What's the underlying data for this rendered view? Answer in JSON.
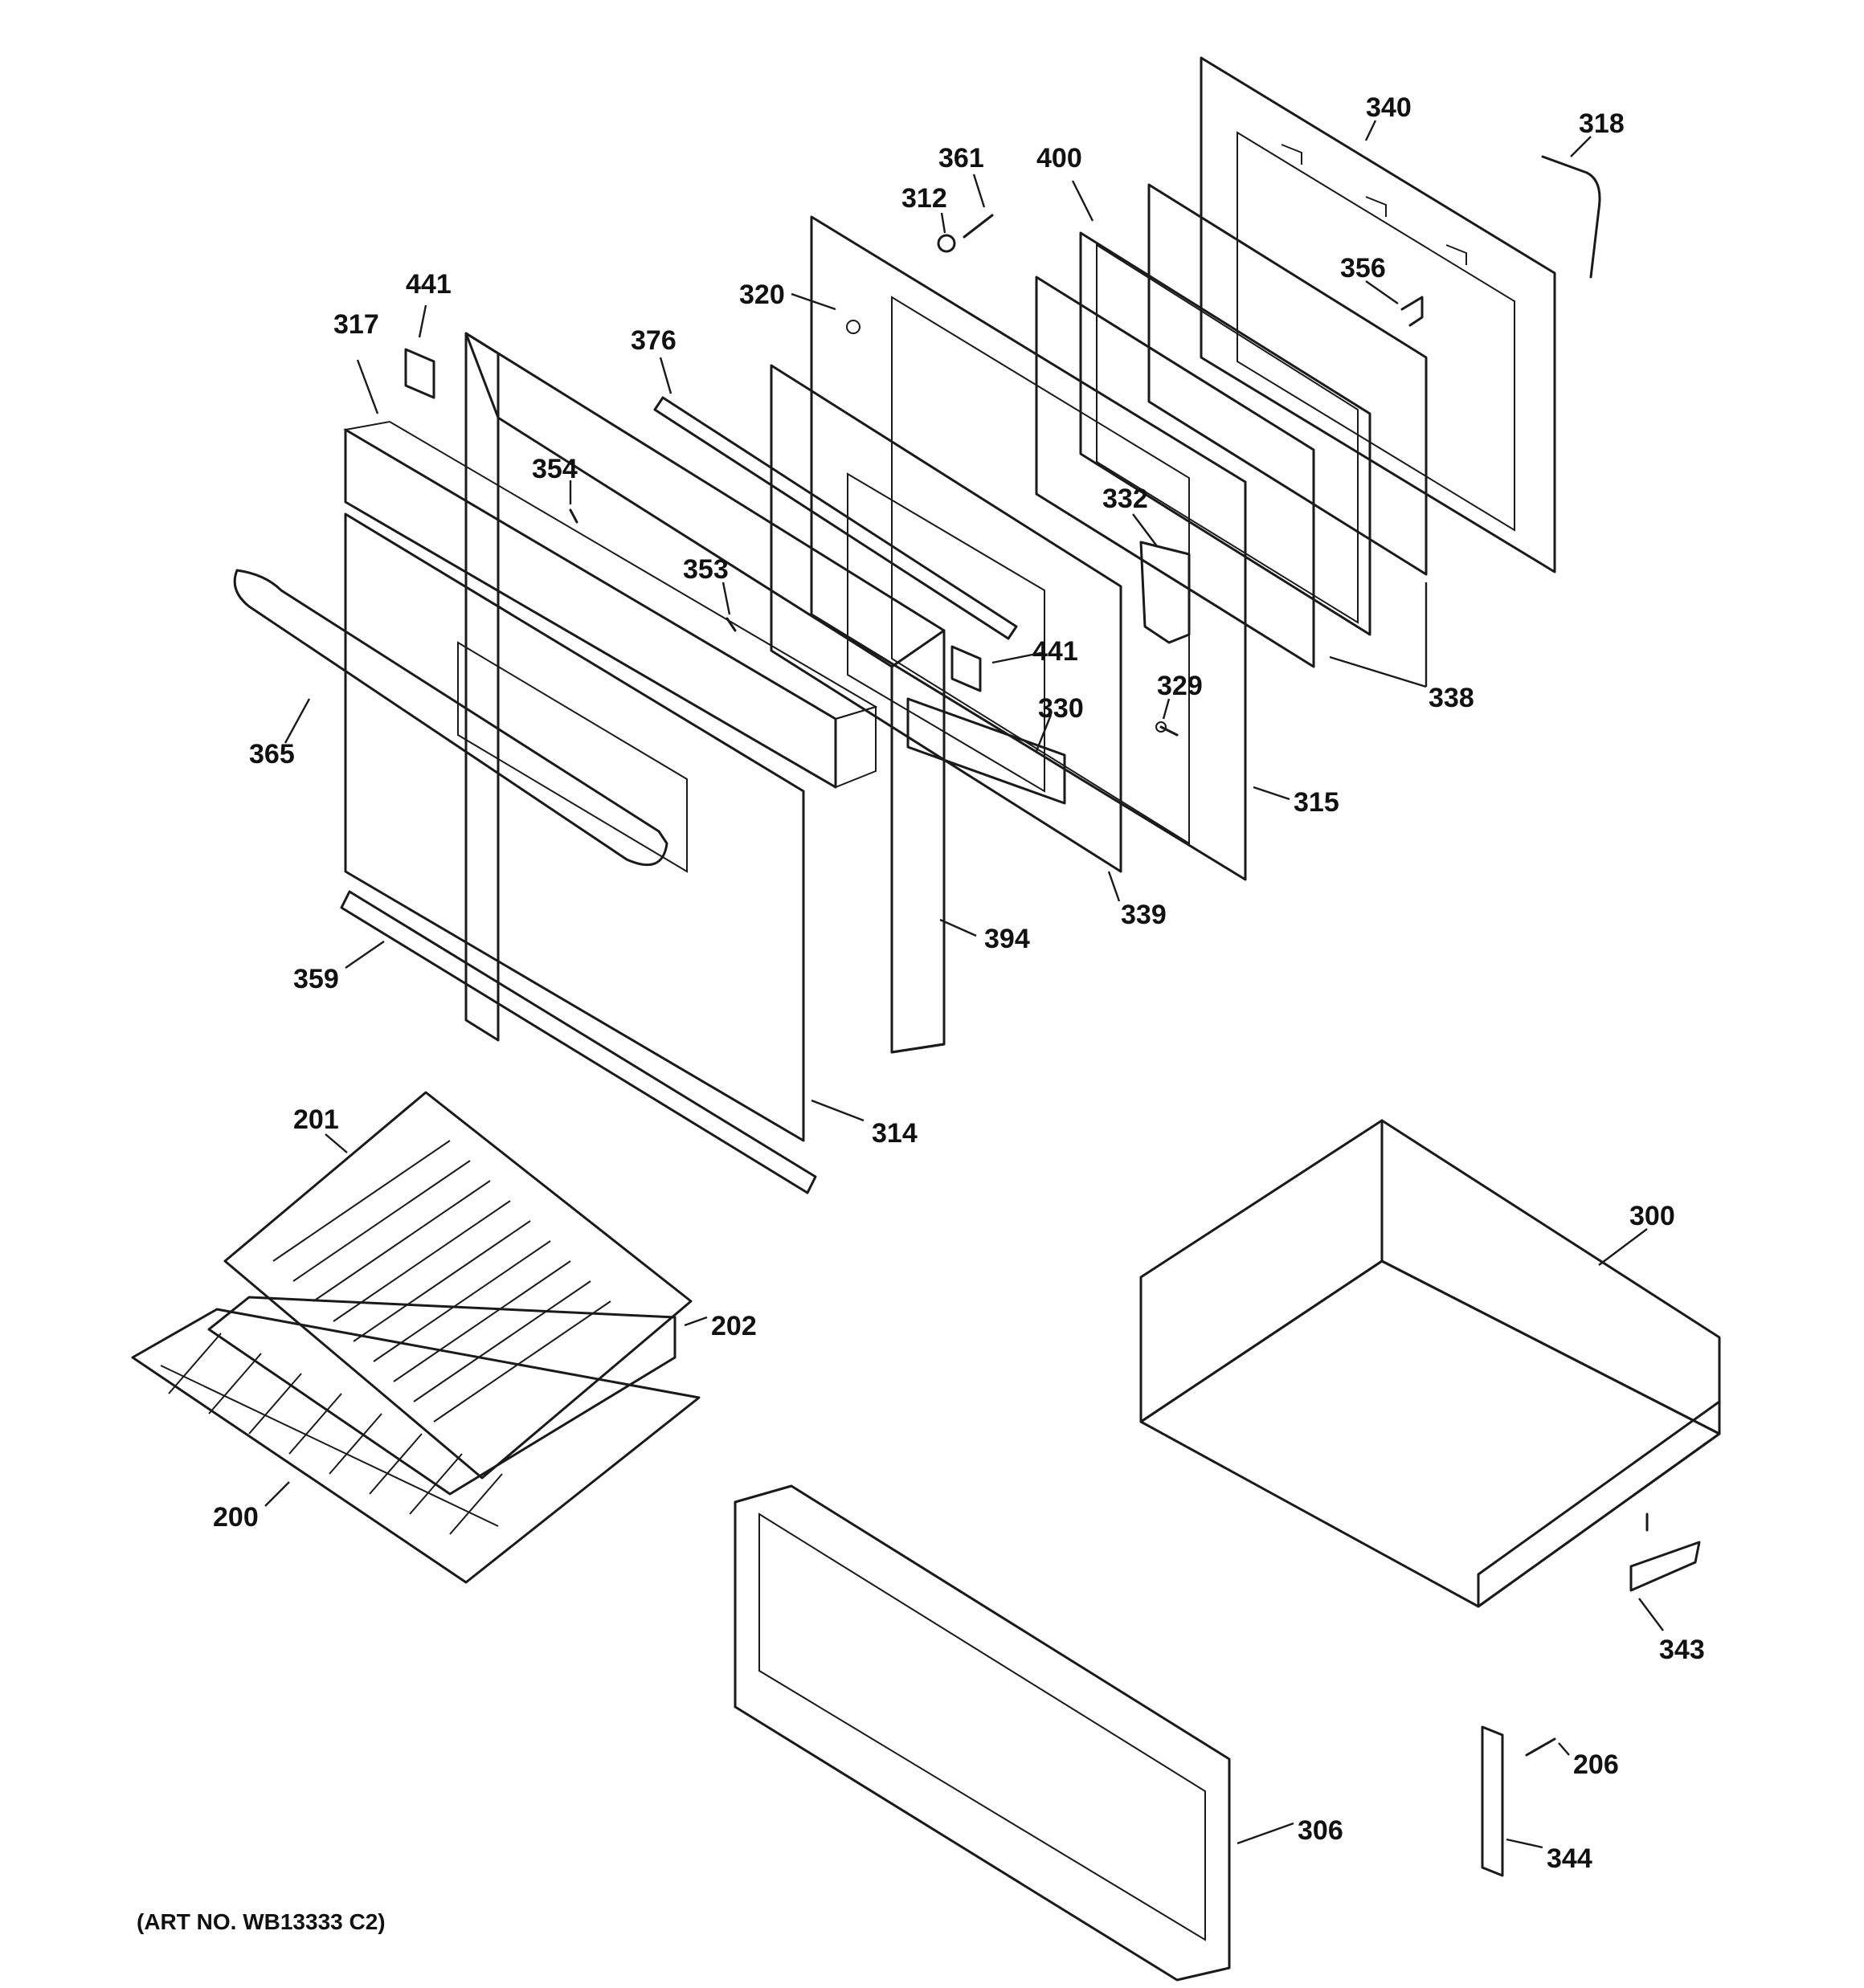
{
  "callouts": [
    {
      "id": "441a",
      "text": "441"
    },
    {
      "id": "317",
      "text": "317"
    },
    {
      "id": "354",
      "text": "354"
    },
    {
      "id": "376",
      "text": "376"
    },
    {
      "id": "320",
      "text": "320"
    },
    {
      "id": "312",
      "text": "312"
    },
    {
      "id": "361",
      "text": "361"
    },
    {
      "id": "400",
      "text": "400"
    },
    {
      "id": "340",
      "text": "340"
    },
    {
      "id": "318",
      "text": "318"
    },
    {
      "id": "356",
      "text": "356"
    },
    {
      "id": "353",
      "text": "353"
    },
    {
      "id": "332",
      "text": "332"
    },
    {
      "id": "441b",
      "text": "441"
    },
    {
      "id": "330",
      "text": "330"
    },
    {
      "id": "329",
      "text": "329"
    },
    {
      "id": "338",
      "text": "338"
    },
    {
      "id": "365",
      "text": "365"
    },
    {
      "id": "315",
      "text": "315"
    },
    {
      "id": "339",
      "text": "339"
    },
    {
      "id": "394",
      "text": "394"
    },
    {
      "id": "359",
      "text": "359"
    },
    {
      "id": "314",
      "text": "314"
    },
    {
      "id": "201",
      "text": "201"
    },
    {
      "id": "202",
      "text": "202"
    },
    {
      "id": "300",
      "text": "300"
    },
    {
      "id": "200",
      "text": "200"
    },
    {
      "id": "343",
      "text": "343"
    },
    {
      "id": "206",
      "text": "206"
    },
    {
      "id": "306",
      "text": "306"
    },
    {
      "id": "344",
      "text": "344"
    }
  ],
  "art_number": "(ART NO. WB13333 C2)"
}
